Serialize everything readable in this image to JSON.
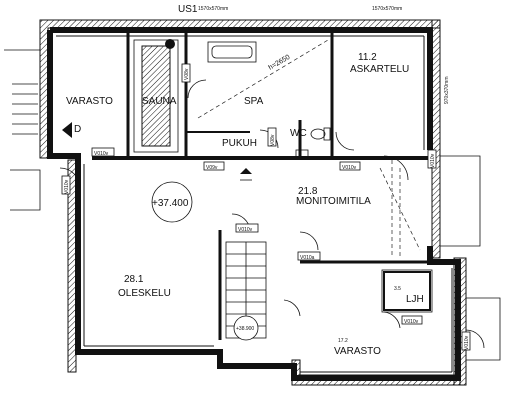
{
  "drawing": {
    "marker_us1": "US1",
    "window_dims": [
      "1570x570mm",
      "1570x570mm",
      "970x370mm"
    ],
    "ceiling_note": "h=2650",
    "floor_level_main": "+37.400",
    "floor_level_stair": "+38.900"
  },
  "rooms": {
    "varasto_west": "VARASTO",
    "sauna": "SAUNA",
    "spa": "SPA",
    "askartelu_area": "11.2",
    "askartelu": "ASKARTELU",
    "pukuh": "PUKUH",
    "wc": "WC",
    "monitoimitila_area": "21.8",
    "monitoimitila": "MONITOIMITILA",
    "oleskelu_area": "28.1",
    "oleskelu": "OLESKELU",
    "ljh_area": "3.5",
    "ljh": "LJH",
    "varasto_east_area": "17.2",
    "varasto_east": "VARASTO"
  },
  "door_tags": {
    "d1": "V010v",
    "d2": "V08v",
    "d3": "V09v",
    "d4": "V010v",
    "d5": "V010v",
    "d6": "V010a",
    "d7": "V010v",
    "d8": "V010v",
    "d9": "V010v",
    "d10": "V010v",
    "d11": "V08v"
  },
  "symbols": {
    "drain_letter": "D"
  },
  "icons": [
    "north-arrow-icon",
    "drain-icon",
    "stair-icon",
    "door-swing-icon",
    "bathtub-icon",
    "toilet-icon"
  ]
}
